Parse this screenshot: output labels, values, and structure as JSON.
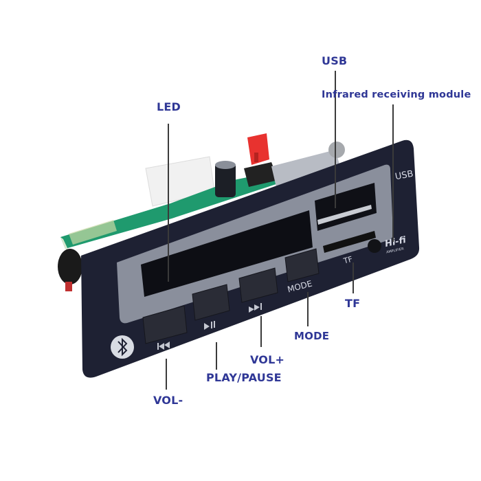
{
  "callouts": {
    "usb": "USB",
    "infrared": "Infrared receiving module",
    "led": "LED",
    "tf": "TF",
    "mode": "MODE",
    "vol_plus": "VOL+",
    "play_pause": "PLAY/PAUSE",
    "vol_minus": "VOL-"
  },
  "panel": {
    "usb_print": "USB",
    "hifi_print": "Hi-fi",
    "amplifier_print": "AMPLIFIER",
    "mode_print": "MODE",
    "tf_print": "TF"
  },
  "colors": {
    "label": "#2f3796",
    "panel": "#1e2133",
    "bezel": "#8a8f9c",
    "pcb": "#1f9a6e",
    "connector_red": "#e8322f"
  }
}
